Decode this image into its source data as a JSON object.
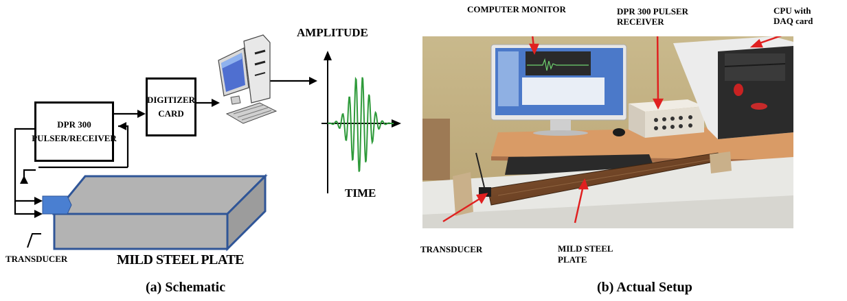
{
  "schematic": {
    "amplitude_label": "AMPLITUDE",
    "time_label": "TIME",
    "pulser_line1": "DPR 300",
    "pulser_line2": "PULSER/RECEIVER",
    "digitizer_line1": "DIGITIZER",
    "digitizer_line2": "CARD",
    "transducer_label": "TRANSDUCER",
    "plate_label": "MILD STEEL PLATE",
    "caption": "(a) Schematic"
  },
  "photo": {
    "monitor_label": "COMPUTER MONITOR",
    "pulser_line1": "DPR 300 PULSER",
    "pulser_line2": "RECEIVER",
    "cpu_line1": "CPU with",
    "cpu_line2": "DAQ card",
    "transducer_label": "TRANSDUCER",
    "plate_line1": "MILD STEEL",
    "plate_line2": "PLATE",
    "caption": "(b) Actual Setup"
  },
  "colors": {
    "signal": "#2e9a3a",
    "plate_top": "#b3b3b3",
    "plate_edge": "#2f5597",
    "transducer": "#4a7fd1",
    "annotation": "#e02020",
    "wood": "#7a4a2a"
  }
}
